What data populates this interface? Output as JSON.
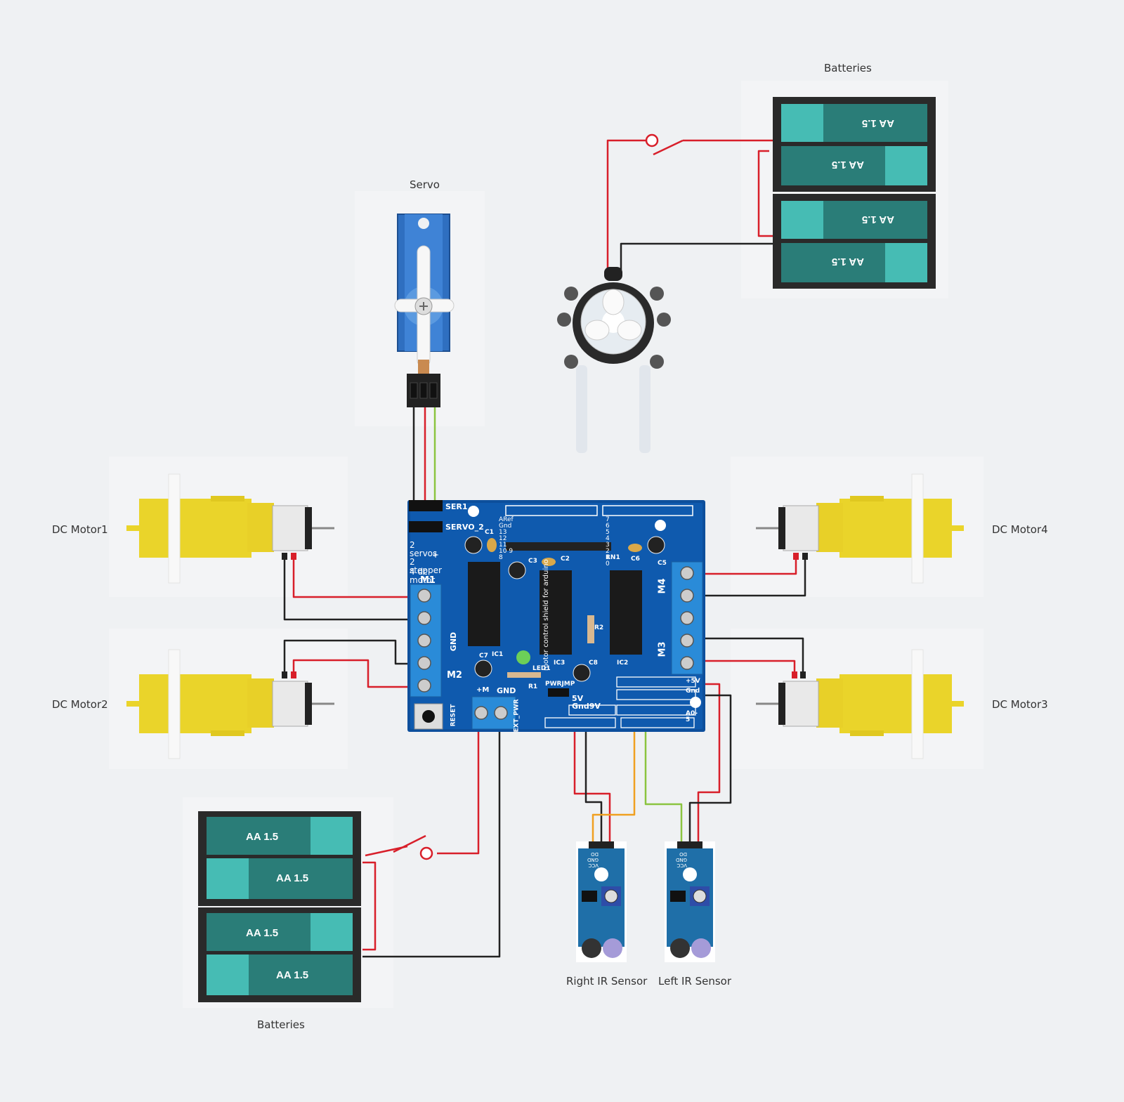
{
  "labels": {
    "servo": "Servo",
    "batteries_top": "Batteries",
    "batteries_bottom": "Batteries",
    "dc_motor1": "DC Motor1",
    "dc_motor2": "DC Motor2",
    "dc_motor3": "DC Motor3",
    "dc_motor4": "DC Motor4",
    "right_ir": "Right IR Sensor",
    "left_ir": "Left IR Sensor"
  },
  "battery_cell_text": "AA 1.5",
  "battery_top_cell_text": "AA 1.5",
  "shield": {
    "ser1": "SER1",
    "servo2": "SERVO_2",
    "silk_lines": [
      "2   servos",
      "+",
      "2   stepper",
      "4   dc motor"
    ],
    "m1": "M1",
    "m2": "M2",
    "m3": "M3",
    "m4": "M4",
    "gnd_side": "GND",
    "ic1": "IC1",
    "ic2": "IC2",
    "ic3": "IC3",
    "rn1": "RN1",
    "c1": "C1",
    "c2": "C2",
    "c3": "C3",
    "c5": "C5",
    "c6": "C6",
    "c7": "C7",
    "c8": "C8",
    "r1": "R1",
    "r2": "R2",
    "led1": "LED1",
    "pwrjmp": "PWRJMP",
    "power_header": "5V Gnd9V",
    "plus5v": "+5V",
    "gnd_right": "Gnd",
    "a05": "A0-5",
    "plus_m": "+M",
    "gnd_block": "GND",
    "ext_pwr": "EXT_PWR",
    "reset": "RESET",
    "aref_row": "ARef Gnd 13 12 11 10  9  8",
    "digital_row": "7  6  5  4  3  2  1  0",
    "vertical_text": "motor control shield for arduino"
  },
  "ir_pin_labels": "VCC GND DO",
  "colors": {
    "background": "#eff1f3",
    "wire_red": "#d81f2a",
    "wire_black": "#222222",
    "wire_green": "#8bc43f",
    "wire_orange": "#f0a020",
    "battery_dark": "#2a2a2a",
    "battery_cell": "#2a7d78",
    "battery_cap": "#46bcb4",
    "pcb_blue": "#0d4f9c",
    "motor_yellow": "#ead42a",
    "servo_blue": "#2f6fc0"
  }
}
